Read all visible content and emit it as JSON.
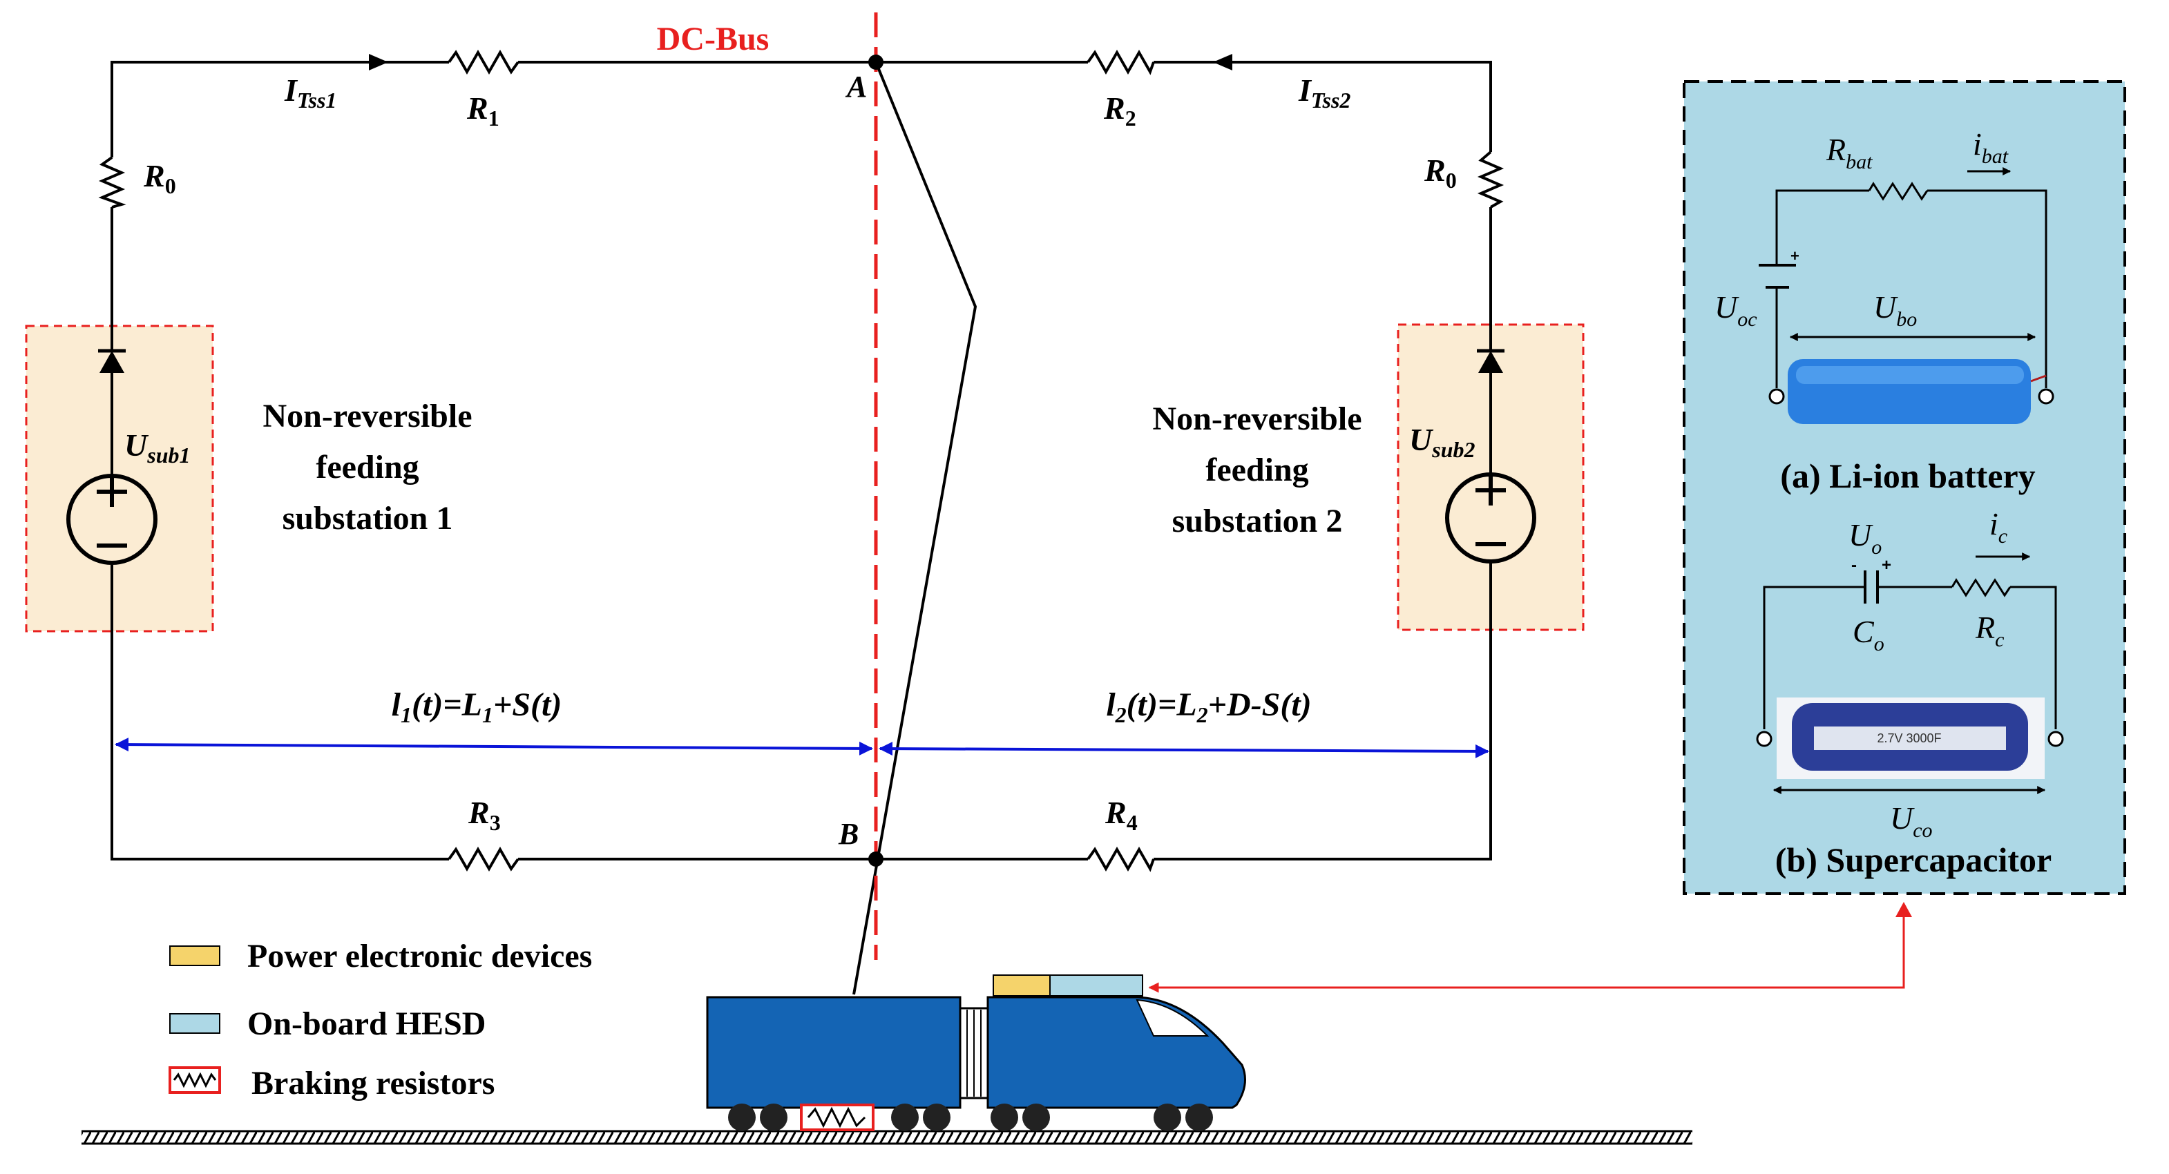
{
  "bus": {
    "title": "DC-Bus"
  },
  "nodes": {
    "a": "A",
    "b": "B"
  },
  "currents": {
    "left_main": "I",
    "left_sub": "Tss1",
    "right_main": "I",
    "right_sub": "Tss2"
  },
  "resistors": {
    "r1_main": "R",
    "r1_sub": "1",
    "r2_main": "R",
    "r2_sub": "2",
    "r3_main": "R",
    "r3_sub": "3",
    "r4_main": "R",
    "r4_sub": "4",
    "r0_left_main": "R",
    "r0_left_sub": "0",
    "r0_right_main": "R",
    "r0_right_sub": "0"
  },
  "substations": {
    "left": {
      "u_main": "U",
      "u_sub": "sub1",
      "line1": "Non-reversible",
      "line2": "feeding",
      "line3": "substation 1"
    },
    "right": {
      "u_main": "U",
      "u_sub": "sub2",
      "line1": "Non-reversible",
      "line2": "feeding",
      "line3": "substation 2"
    }
  },
  "distances": {
    "left": {
      "p1": "l",
      "s1": "1",
      "p2": "(t)=L",
      "s2": "1",
      "p3": "+S(t)"
    },
    "right": {
      "p1": "l",
      "s1": "2",
      "p2": "(t)=L",
      "s2": "2",
      "p3": "+D-S(t)"
    }
  },
  "legend": {
    "item1": "Power electronic devices",
    "item2": "On-board HESD",
    "item3": "Braking resistors"
  },
  "inset": {
    "battery": {
      "r_main": "R",
      "r_sub": "bat",
      "i_main": "i",
      "i_sub": "bat",
      "uoc_main": "U",
      "uoc_sub": "oc",
      "ubo_main": "U",
      "ubo_sub": "bo",
      "caption": "(a) Li-ion battery"
    },
    "supercap": {
      "uo_main": "U",
      "uo_sub": "o",
      "ic_main": "i",
      "ic_sub": "c",
      "co_main": "C",
      "co_sub": "o",
      "rc_main": "R",
      "rc_sub": "c",
      "uco_main": "U",
      "uco_sub": "co",
      "product_text": "2.7V 3000F",
      "caption": "(b) Supercapacitor"
    }
  },
  "colors": {
    "bus_line": "#e8201f",
    "distance_arrow": "#0a14d8",
    "substation_fill": "#fbecd3",
    "substation_border": "#e8201f",
    "inset_fill": "#add8e6",
    "train_body": "#1464b4",
    "power_electronics": "#f5d36b",
    "hesd": "#add8e6",
    "feedback_arrow": "#e8201f"
  }
}
